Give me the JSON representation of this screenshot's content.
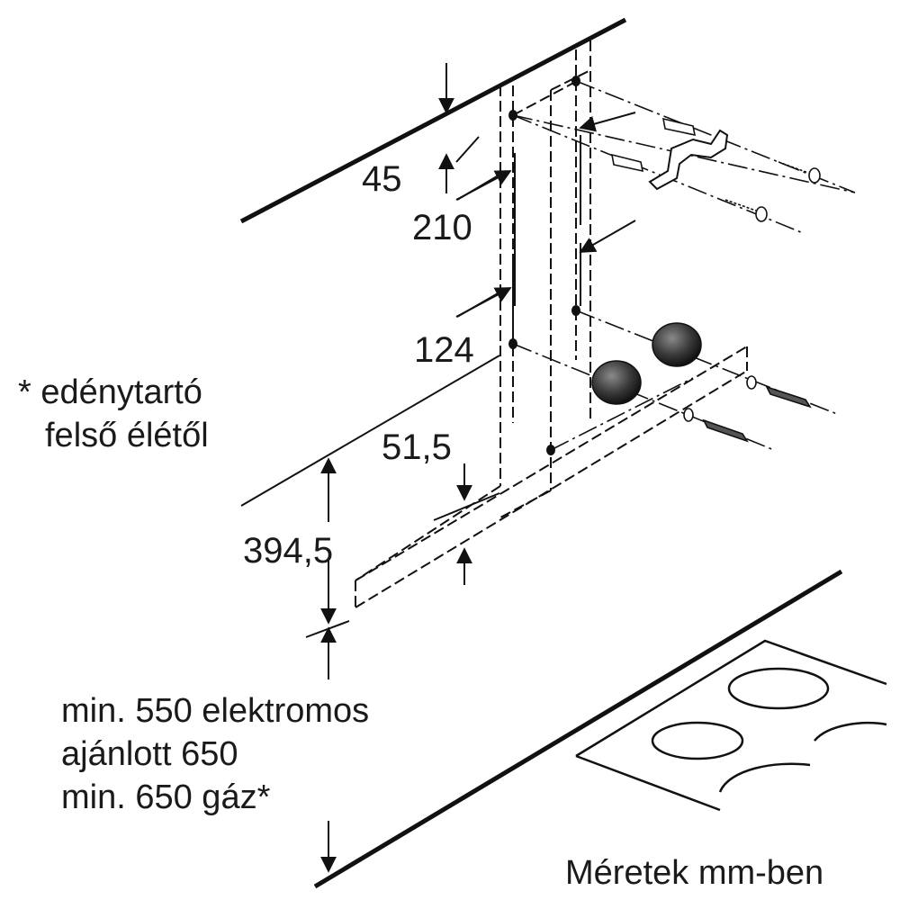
{
  "dimensions": {
    "d45": "45",
    "d210": "210",
    "d124": "124",
    "d51_5": "51,5",
    "d394_5": "394,5"
  },
  "footnote": {
    "line1": "* edénytartó",
    "line2": "felső élétől"
  },
  "clearance": {
    "line1": "min. 550 elektromos",
    "line2": "ajánlott 650",
    "line3": "min. 650 gáz*"
  },
  "units_note": "Méretek mm-ben"
}
